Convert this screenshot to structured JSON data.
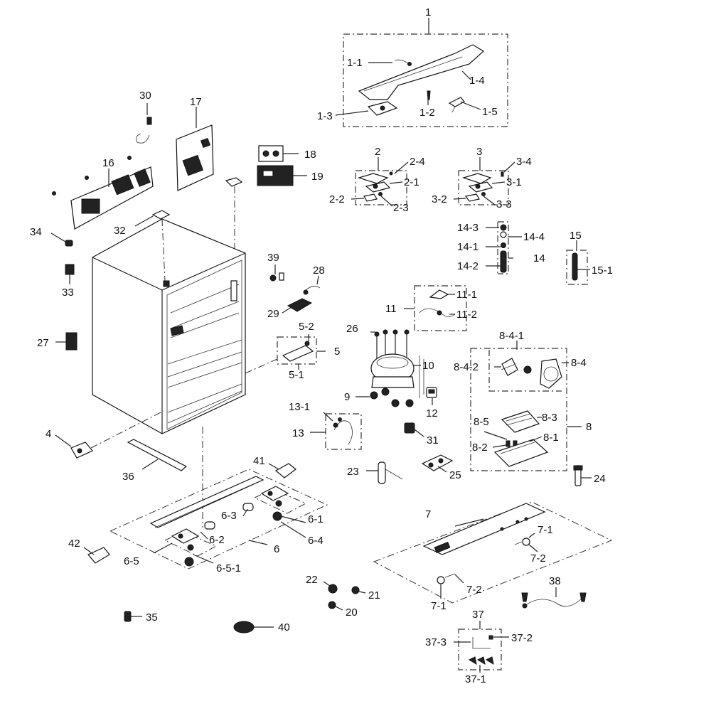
{
  "labels": [
    {
      "id": "1",
      "text": "1"
    },
    {
      "id": "1-1",
      "text": "1-1"
    },
    {
      "id": "1-2",
      "text": "1-2"
    },
    {
      "id": "1-3",
      "text": "1-3"
    },
    {
      "id": "1-4",
      "text": "1-4"
    },
    {
      "id": "1-5",
      "text": "1-5"
    },
    {
      "id": "2",
      "text": "2"
    },
    {
      "id": "2-1",
      "text": "2-1"
    },
    {
      "id": "2-2",
      "text": "2-2"
    },
    {
      "id": "2-3",
      "text": "2-3"
    },
    {
      "id": "2-4",
      "text": "2-4"
    },
    {
      "id": "3",
      "text": "3"
    },
    {
      "id": "3-1",
      "text": "3-1"
    },
    {
      "id": "3-2",
      "text": "3-2"
    },
    {
      "id": "3-3",
      "text": "3-3"
    },
    {
      "id": "3-4",
      "text": "3-4"
    },
    {
      "id": "4",
      "text": "4"
    },
    {
      "id": "5",
      "text": "5"
    },
    {
      "id": "5-1",
      "text": "5-1"
    },
    {
      "id": "5-2",
      "text": "5-2"
    },
    {
      "id": "6",
      "text": "6"
    },
    {
      "id": "6-1",
      "text": "6-1"
    },
    {
      "id": "6-2",
      "text": "6-2"
    },
    {
      "id": "6-3",
      "text": "6-3"
    },
    {
      "id": "6-4",
      "text": "6-4"
    },
    {
      "id": "6-5",
      "text": "6-5"
    },
    {
      "id": "6-5-1",
      "text": "6-5-1"
    },
    {
      "id": "7",
      "text": "7"
    },
    {
      "id": "7-1a",
      "text": "7-1"
    },
    {
      "id": "7-1b",
      "text": "7-1"
    },
    {
      "id": "7-2a",
      "text": "7-2"
    },
    {
      "id": "7-2b",
      "text": "7-2"
    },
    {
      "id": "8",
      "text": "8"
    },
    {
      "id": "8-1",
      "text": "8-1"
    },
    {
      "id": "8-2",
      "text": "8-2"
    },
    {
      "id": "8-3",
      "text": "8-3"
    },
    {
      "id": "8-4",
      "text": "8-4"
    },
    {
      "id": "8-4-1",
      "text": "8-4-1"
    },
    {
      "id": "8-4-2",
      "text": "8-4-2"
    },
    {
      "id": "8-5",
      "text": "8-5"
    },
    {
      "id": "9",
      "text": "9"
    },
    {
      "id": "10",
      "text": "10"
    },
    {
      "id": "11",
      "text": "11"
    },
    {
      "id": "11-1",
      "text": "11-1"
    },
    {
      "id": "11-2",
      "text": "11-2"
    },
    {
      "id": "12",
      "text": "12"
    },
    {
      "id": "13",
      "text": "13"
    },
    {
      "id": "13-1",
      "text": "13-1"
    },
    {
      "id": "14",
      "text": "14"
    },
    {
      "id": "14-1",
      "text": "14-1"
    },
    {
      "id": "14-2",
      "text": "14-2"
    },
    {
      "id": "14-3",
      "text": "14-3"
    },
    {
      "id": "14-4",
      "text": "14-4"
    },
    {
      "id": "15",
      "text": "15"
    },
    {
      "id": "15-1",
      "text": "15-1"
    },
    {
      "id": "16",
      "text": "16"
    },
    {
      "id": "17",
      "text": "17"
    },
    {
      "id": "18",
      "text": "18"
    },
    {
      "id": "19",
      "text": "19"
    },
    {
      "id": "20",
      "text": "20"
    },
    {
      "id": "21",
      "text": "21"
    },
    {
      "id": "22",
      "text": "22"
    },
    {
      "id": "23",
      "text": "23"
    },
    {
      "id": "24",
      "text": "24"
    },
    {
      "id": "25",
      "text": "25"
    },
    {
      "id": "26",
      "text": "26"
    },
    {
      "id": "27",
      "text": "27"
    },
    {
      "id": "28",
      "text": "28"
    },
    {
      "id": "29",
      "text": "29"
    },
    {
      "id": "30",
      "text": "30"
    },
    {
      "id": "31",
      "text": "31"
    },
    {
      "id": "32",
      "text": "32"
    },
    {
      "id": "33",
      "text": "33"
    },
    {
      "id": "34",
      "text": "34"
    },
    {
      "id": "35",
      "text": "35"
    },
    {
      "id": "36",
      "text": "36"
    },
    {
      "id": "37",
      "text": "37"
    },
    {
      "id": "37-1",
      "text": "37-1"
    },
    {
      "id": "37-2",
      "text": "37-2"
    },
    {
      "id": "37-3",
      "text": "37-3"
    },
    {
      "id": "38",
      "text": "38"
    },
    {
      "id": "39",
      "text": "39"
    },
    {
      "id": "40",
      "text": "40"
    },
    {
      "id": "41",
      "text": "41"
    },
    {
      "id": "42",
      "text": "42"
    }
  ]
}
